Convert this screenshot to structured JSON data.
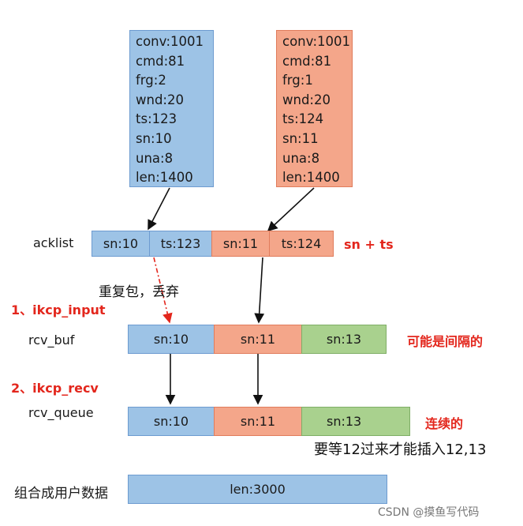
{
  "packet_blue": [
    "conv:1001",
    "cmd:81",
    "frg:2",
    "wnd:20",
    "ts:123",
    "sn:10",
    "una:8",
    "len:1400"
  ],
  "packet_orange": [
    "conv:1001",
    "cmd:81",
    "frg:1",
    "wnd:20",
    "ts:124",
    "sn:11",
    "una:8",
    "len:1400"
  ],
  "acklist": {
    "label": "acklist",
    "cells": [
      "sn:10",
      "ts:123",
      "sn:11",
      "ts:124"
    ],
    "note": "sn + ts"
  },
  "duplicate_note": "重复包，丢弃",
  "step1": "1、ikcp_input",
  "rcv_buf": {
    "label": "rcv_buf",
    "cells": [
      "sn:10",
      "sn:11",
      "sn:13"
    ],
    "note": "可能是间隔的"
  },
  "step2": "2、ikcp_recv",
  "rcv_queue": {
    "label": "rcv_queue",
    "cells": [
      "sn:10",
      "sn:11",
      "sn:13"
    ],
    "note": "连续的",
    "annotation": "要等12过来才能插入12,13"
  },
  "assemble": {
    "label": "组合成用户数据",
    "cell": "len:3000"
  },
  "watermark": "CSDN @摸鱼写代码",
  "colors": {
    "blue": "#9dc3e6",
    "orange": "#f4a68a",
    "green": "#a9d18e",
    "red_text": "#e3261c"
  }
}
